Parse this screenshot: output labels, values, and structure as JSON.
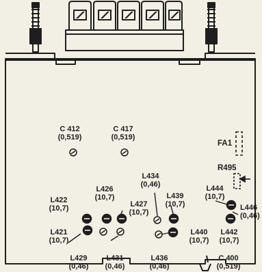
{
  "components": [
    {
      "id": "c412",
      "name": "C 412",
      "value": "(0,519)",
      "state": "adjustable"
    },
    {
      "id": "c417",
      "name": "C 417",
      "value": "(0,519)",
      "state": "adjustable"
    },
    {
      "id": "l434",
      "name": "L434",
      "value": "(0,46)",
      "state": "adjustable"
    },
    {
      "id": "l422",
      "name": "L422",
      "value": "(10,7)",
      "state": "sealed"
    },
    {
      "id": "l426",
      "name": "L426",
      "value": "(10,7)",
      "state": "sealed"
    },
    {
      "id": "l427",
      "name": "L427",
      "value": "(10,7)",
      "state": "sealed"
    },
    {
      "id": "l439",
      "name": "L439",
      "value": "(10,7)",
      "state": "sealed"
    },
    {
      "id": "l444",
      "name": "L444",
      "value": "(10,7)",
      "state": "sealed"
    },
    {
      "id": "l446",
      "name": "L446",
      "value": "(0,46)",
      "state": "adjustable"
    },
    {
      "id": "l421",
      "name": "L421",
      "value": "(10,7)",
      "state": "sealed"
    },
    {
      "id": "l429",
      "name": "L429",
      "value": "(0,46)",
      "state": "adjustable"
    },
    {
      "id": "l431",
      "name": "L431",
      "value": "(0,46)",
      "state": "adjustable"
    },
    {
      "id": "l436",
      "name": "L436",
      "value": "(0,46)",
      "state": "adjustable"
    },
    {
      "id": "l440",
      "name": "L440",
      "value": "(10,7)",
      "state": "sealed"
    },
    {
      "id": "l442",
      "name": "L442",
      "value": "(10,7)",
      "state": "sealed"
    },
    {
      "id": "c400",
      "name": "C 400",
      "value": "(0,519)",
      "state": "adjustable"
    }
  ],
  "side_labels": {
    "fa1": "FA1",
    "r495": "R495"
  },
  "colors": {
    "ink": "#1e1e1e",
    "paper": "#f2efe4"
  }
}
